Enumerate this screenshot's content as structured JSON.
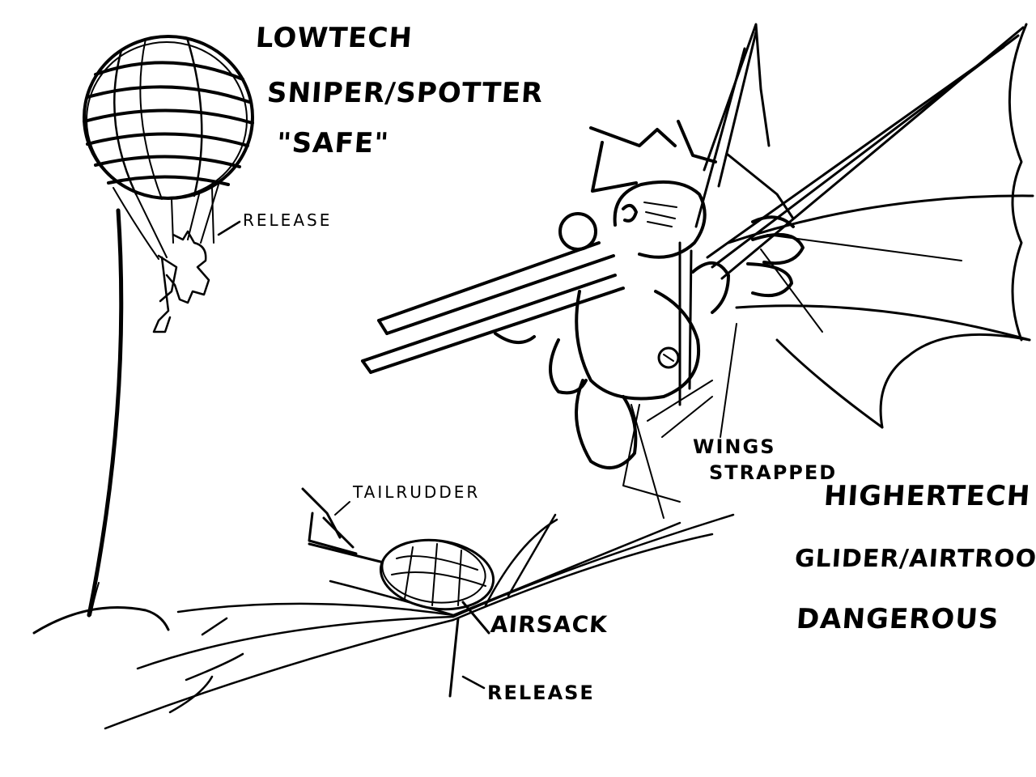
{
  "sketch": {
    "low_tech": {
      "line1": "LOWTECH",
      "line2": "SNIPER/SPOTTER",
      "line3": "\"SAFE\"",
      "release_label": "RELEASE"
    },
    "high_tech": {
      "line1": "HIGHERTECH",
      "line2": "GLIDER/AIRTROOP",
      "line3": "DANGEROUS",
      "wings_label_1": "WINGS",
      "wings_label_2": "STRAPPED"
    },
    "glider": {
      "tail_label": "TAILRUDDER",
      "airsack_label": "AIRSACK",
      "release_label": "RELEASE"
    },
    "ink_color": "#000000",
    "paper_color": "#ffffff"
  }
}
